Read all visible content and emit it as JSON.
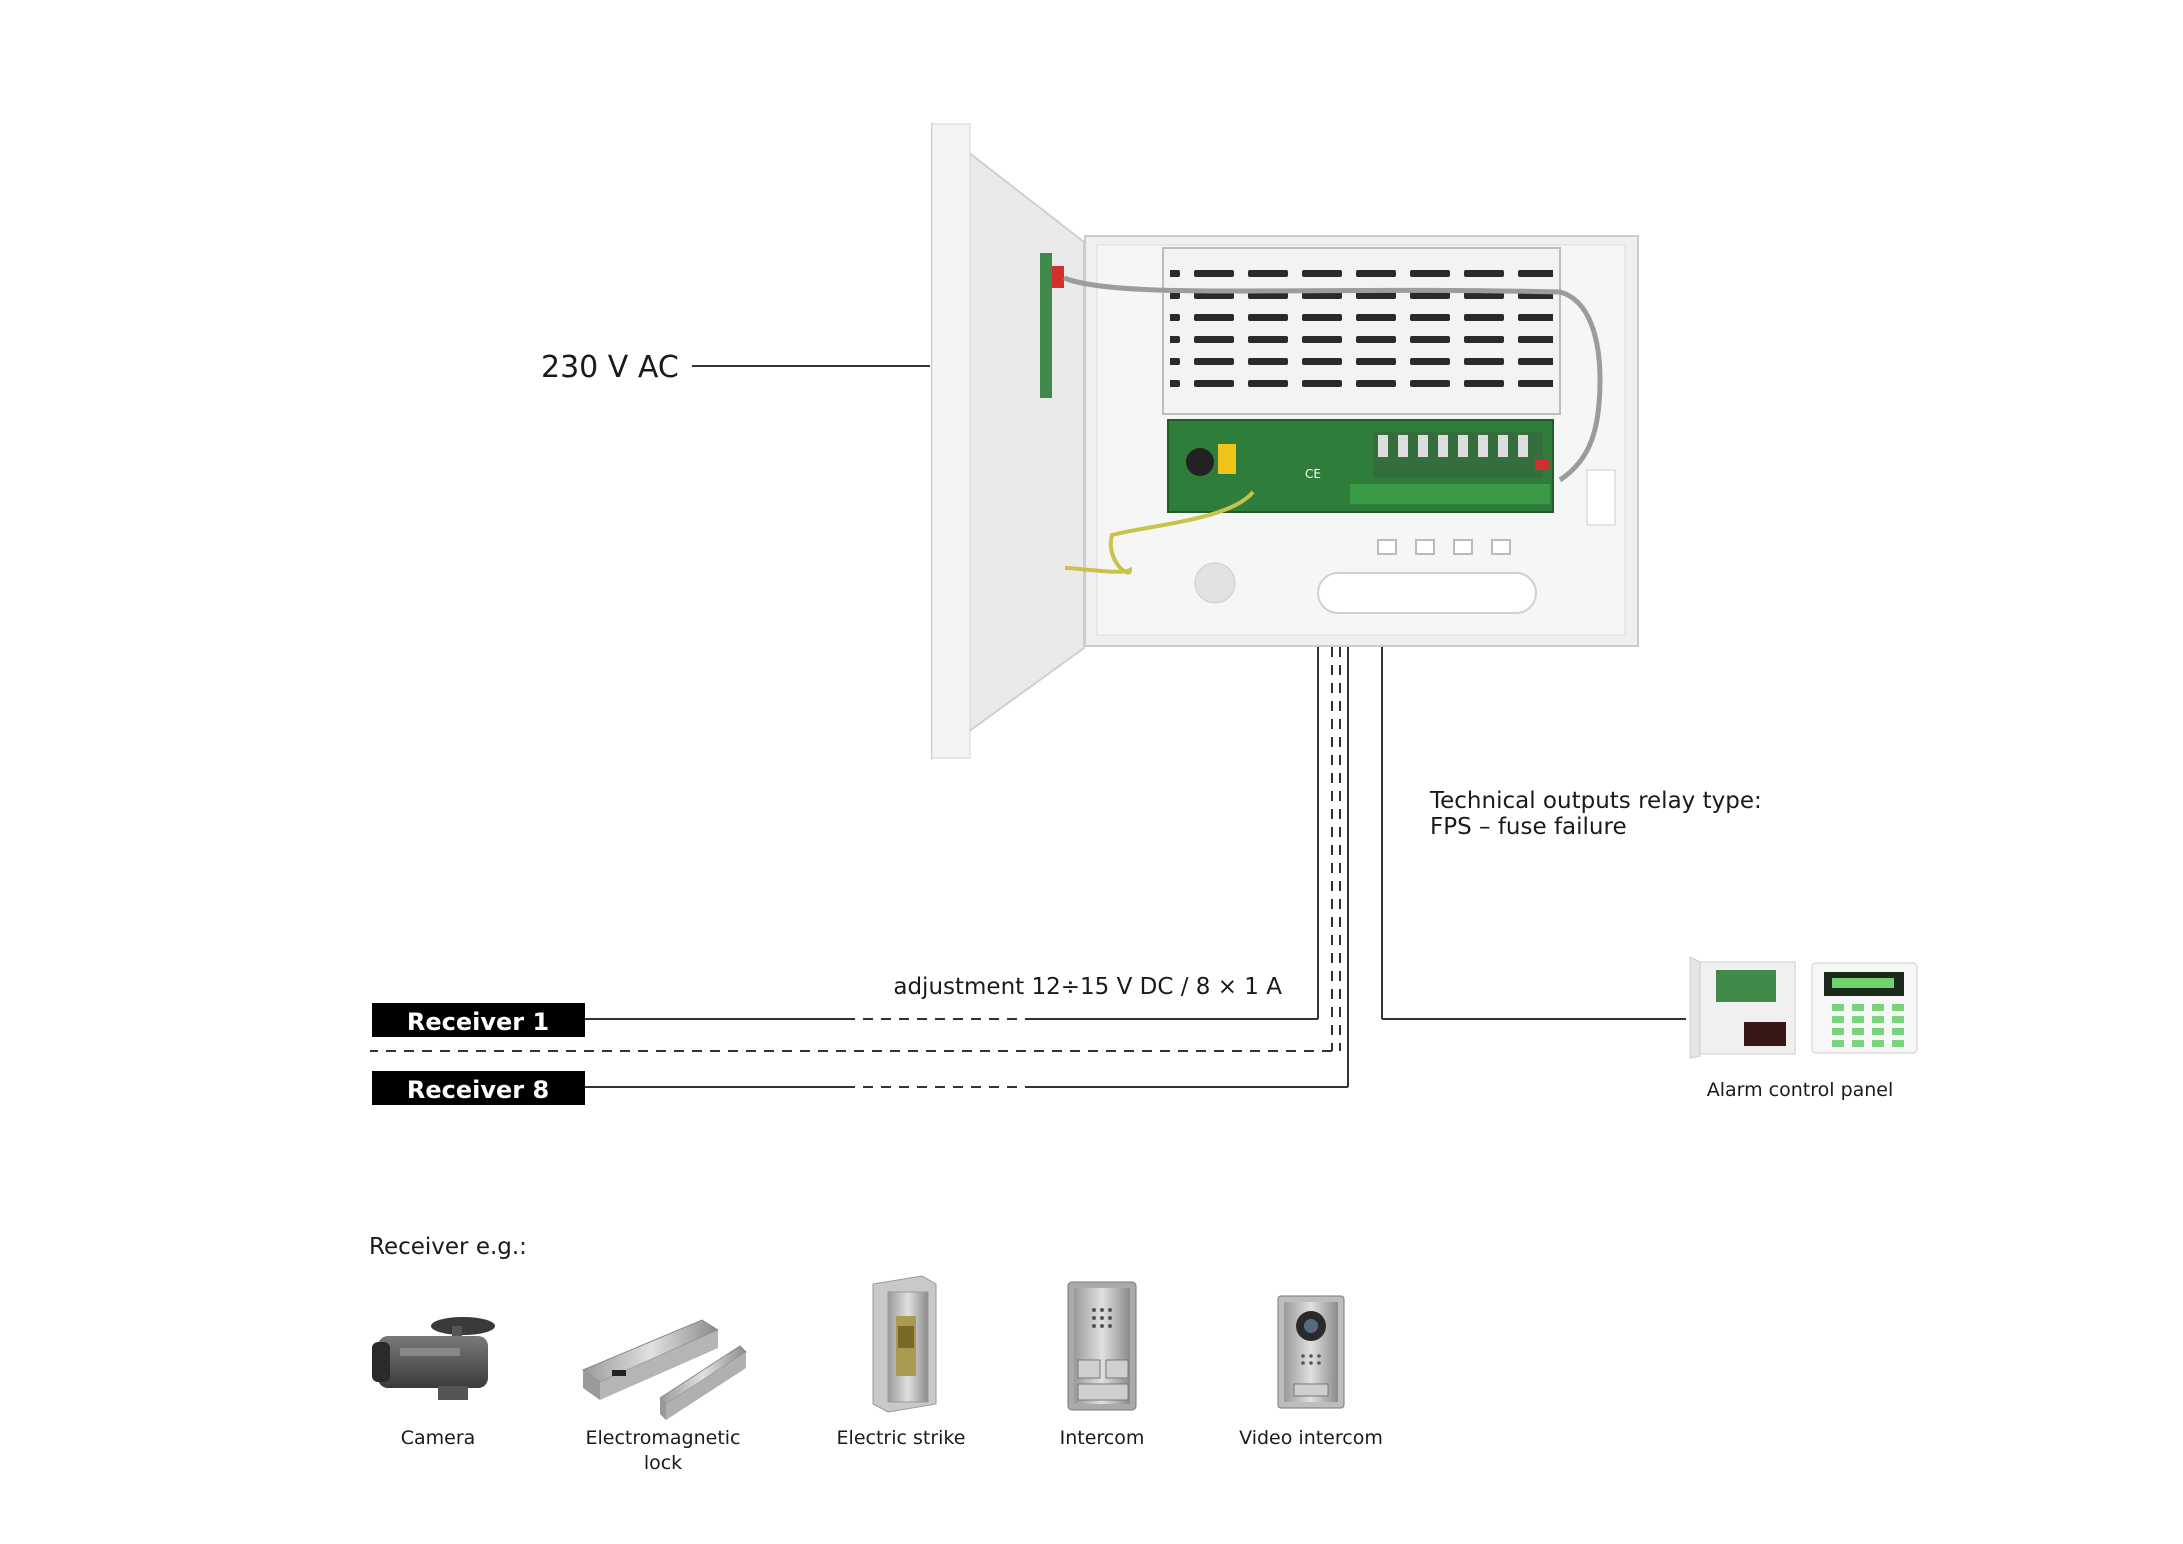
{
  "power_input": {
    "label": "230 V AC"
  },
  "relay_note": {
    "line1": "Technical outputs relay type:",
    "line2": "FPS – fuse failure"
  },
  "adjustment": {
    "label": "adjustment 12÷15 V DC / 8 × 1 A"
  },
  "receivers": [
    {
      "label": "Receiver 1"
    },
    {
      "label": "Receiver 8"
    }
  ],
  "alarm_panel": {
    "label": "Alarm control panel"
  },
  "receiver_examples": {
    "heading": "Receiver e.g.:",
    "items": [
      {
        "label": "Camera",
        "icon": "camera-icon"
      },
      {
        "label_line1": "Electromagnetic",
        "label_line2": "lock",
        "icon": "electromagnetic-lock-icon"
      },
      {
        "label": "Electric strike",
        "icon": "electric-strike-icon"
      },
      {
        "label": "Intercom",
        "icon": "intercom-icon"
      },
      {
        "label": "Video intercom",
        "icon": "video-intercom-icon"
      }
    ]
  },
  "colors": {
    "pcb": "#2e7d3a",
    "enclosure": "#eeeeee",
    "tag_bg": "#000000",
    "line": "#333333"
  }
}
